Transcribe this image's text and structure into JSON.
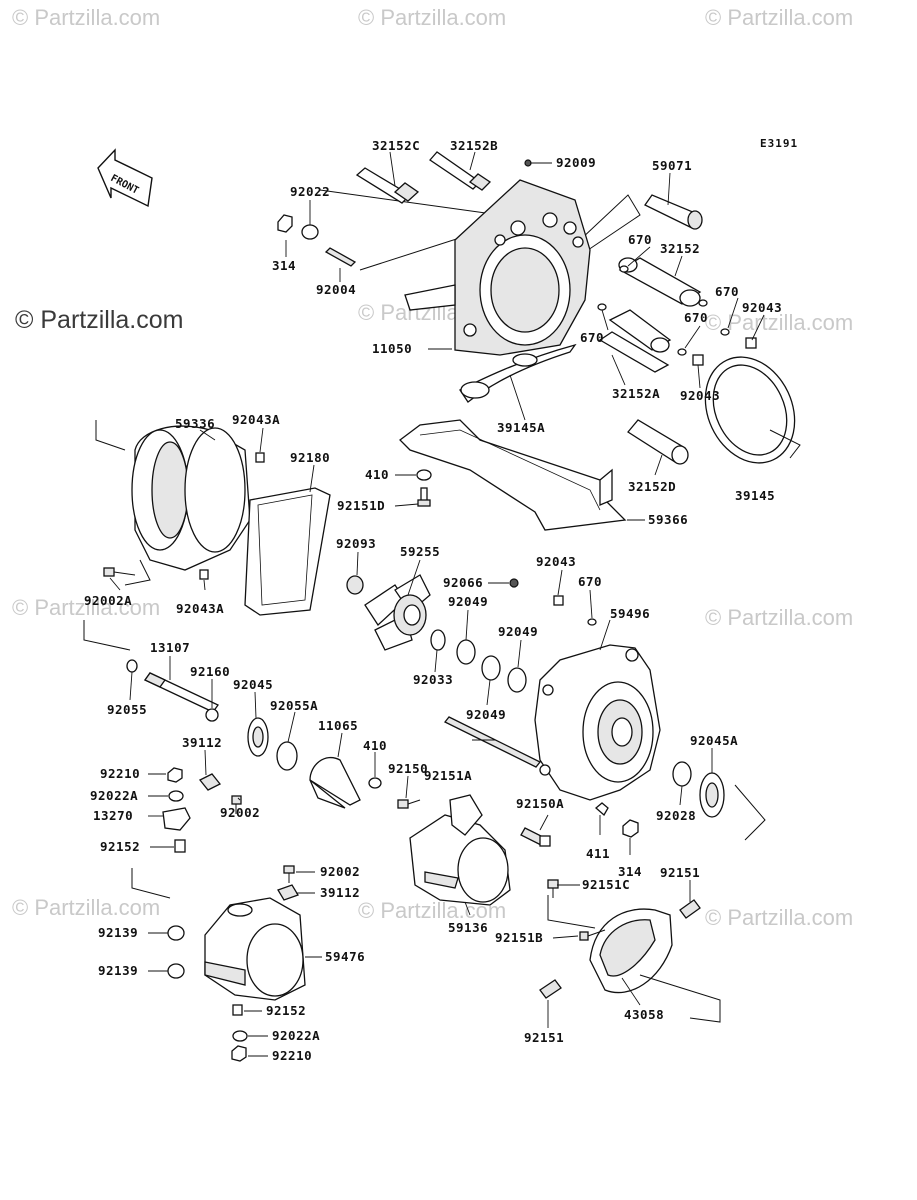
{
  "watermark": "© Partzilla.com",
  "diagram_code": "E3191",
  "front_label": "FRONT",
  "labels": {
    "p32152C": "32152C",
    "p32152B": "32152B",
    "p92009": "92009",
    "p59071": "59071",
    "p92022": "92022",
    "p314a": "314",
    "p92004": "92004",
    "p670a": "670",
    "p32152": "32152",
    "p670b": "670",
    "p92043a": "92043",
    "p670c": "670",
    "p670d": "670",
    "p11050": "11050",
    "p32152A": "32152A",
    "p92043b": "92043",
    "p59336": "59336",
    "p92043A1": "92043A",
    "p92180": "92180",
    "p39145A": "39145A",
    "p410a": "410",
    "p32152D": "32152D",
    "p39145": "39145",
    "p92151D": "92151D",
    "p59366": "59366",
    "p92093": "92093",
    "p59255": "59255",
    "p92043c": "92043",
    "p92066": "92066",
    "p670e": "670",
    "p92002A": "92002A",
    "p92043A2": "92043A",
    "p92049a": "92049",
    "p59496": "59496",
    "p92049b": "92049",
    "p13107": "13107",
    "p92160": "92160",
    "p92033": "92033",
    "p92055": "92055",
    "p92045": "92045",
    "p92049c": "92049",
    "p92055A": "92055A",
    "p11065": "11065",
    "p39112a": "39112",
    "p410b": "410",
    "p92045A": "92045A",
    "p92210a": "92210",
    "p92150": "92150",
    "p92151A": "92151A",
    "p92022A1": "92022A",
    "p92002a": "92002",
    "p13270": "13270",
    "p92150A": "92150A",
    "p92028": "92028",
    "p411": "411",
    "p92152a": "92152",
    "p314b": "314",
    "p92002b": "92002",
    "p92151C": "92151C",
    "p92151a": "92151",
    "p39112b": "39112",
    "p59136": "59136",
    "p92139a": "92139",
    "p92151B": "92151B",
    "p59476": "59476",
    "p92139b": "92139",
    "p43058": "43058",
    "p92152b": "92152",
    "p92151b": "92151",
    "p92022A2": "92022A",
    "p92210b": "92210"
  }
}
